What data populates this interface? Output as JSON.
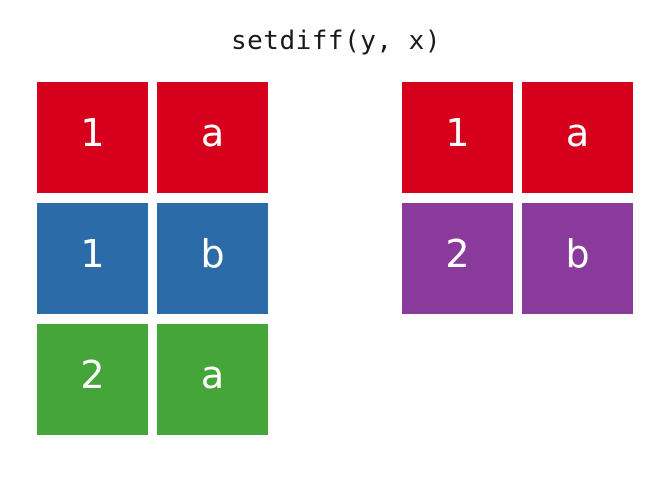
{
  "figure": {
    "title": "setdiff(y, x)",
    "background": "#ffffff",
    "text_color": "#ffffff",
    "palette": {
      "red": "#D6001C",
      "blue": "#2B6BA8",
      "green": "#45A538",
      "purple": "#8A3A9B"
    },
    "tables": [
      {
        "name": "left-table",
        "rows": [
          {
            "color": "#D6001C",
            "cells": [
              "1",
              "a"
            ]
          },
          {
            "color": "#2B6BA8",
            "cells": [
              "1",
              "b"
            ]
          },
          {
            "color": "#45A538",
            "cells": [
              "2",
              "a"
            ]
          }
        ]
      },
      {
        "name": "right-table",
        "rows": [
          {
            "color": "#D6001C",
            "cells": [
              "1",
              "a"
            ]
          },
          {
            "color": "#8A3A9B",
            "cells": [
              "2",
              "b"
            ]
          }
        ]
      }
    ]
  }
}
